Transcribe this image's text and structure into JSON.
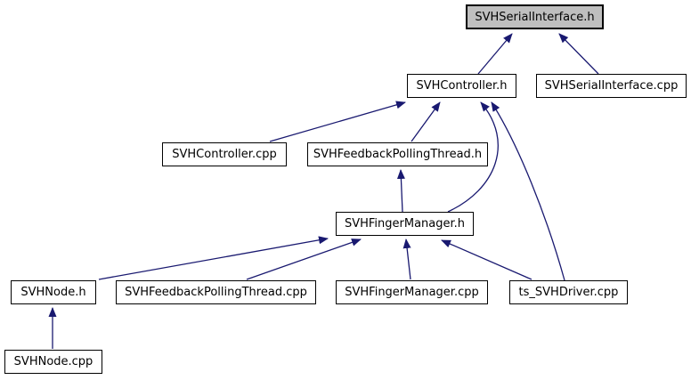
{
  "diagram": {
    "kind": "doxygen-include-dependency-graph",
    "colors": {
      "edge": "#191970",
      "node_border": "#000000",
      "node_fill": "#ffffff",
      "highlight_fill": "#bfbfbf",
      "background": "#ffffff",
      "text": "#000000"
    },
    "nodes": [
      {
        "label": "SVHSerialInterface.h",
        "highlighted": true
      },
      {
        "label": "SVHController.h",
        "highlighted": false
      },
      {
        "label": "SVHSerialInterface.cpp",
        "highlighted": false
      },
      {
        "label": "SVHController.cpp",
        "highlighted": false
      },
      {
        "label": "SVHFeedbackPollingThread.h",
        "highlighted": false
      },
      {
        "label": "SVHFingerManager.h",
        "highlighted": false
      },
      {
        "label": "SVHNode.h",
        "highlighted": false
      },
      {
        "label": "SVHFeedbackPollingThread.cpp",
        "highlighted": false
      },
      {
        "label": "SVHFingerManager.cpp",
        "highlighted": false
      },
      {
        "label": "ts_SVHDriver.cpp",
        "highlighted": false
      },
      {
        "label": "SVHNode.cpp",
        "highlighted": false
      }
    ],
    "edges": [
      {
        "from": "SVHController.h",
        "to": "SVHSerialInterface.h"
      },
      {
        "from": "SVHSerialInterface.cpp",
        "to": "SVHSerialInterface.h"
      },
      {
        "from": "SVHController.cpp",
        "to": "SVHController.h"
      },
      {
        "from": "SVHFeedbackPollingThread.h",
        "to": "SVHController.h"
      },
      {
        "from": "SVHFingerManager.h",
        "to": "SVHController.h"
      },
      {
        "from": "ts_SVHDriver.cpp",
        "to": "SVHController.h"
      },
      {
        "from": "SVHFingerManager.h",
        "to": "SVHFeedbackPollingThread.h"
      },
      {
        "from": "SVHNode.h",
        "to": "SVHFingerManager.h"
      },
      {
        "from": "SVHFeedbackPollingThread.cpp",
        "to": "SVHFingerManager.h"
      },
      {
        "from": "SVHFingerManager.cpp",
        "to": "SVHFingerManager.h"
      },
      {
        "from": "ts_SVHDriver.cpp",
        "to": "SVHFingerManager.h"
      },
      {
        "from": "SVHNode.cpp",
        "to": "SVHNode.h"
      }
    ]
  }
}
